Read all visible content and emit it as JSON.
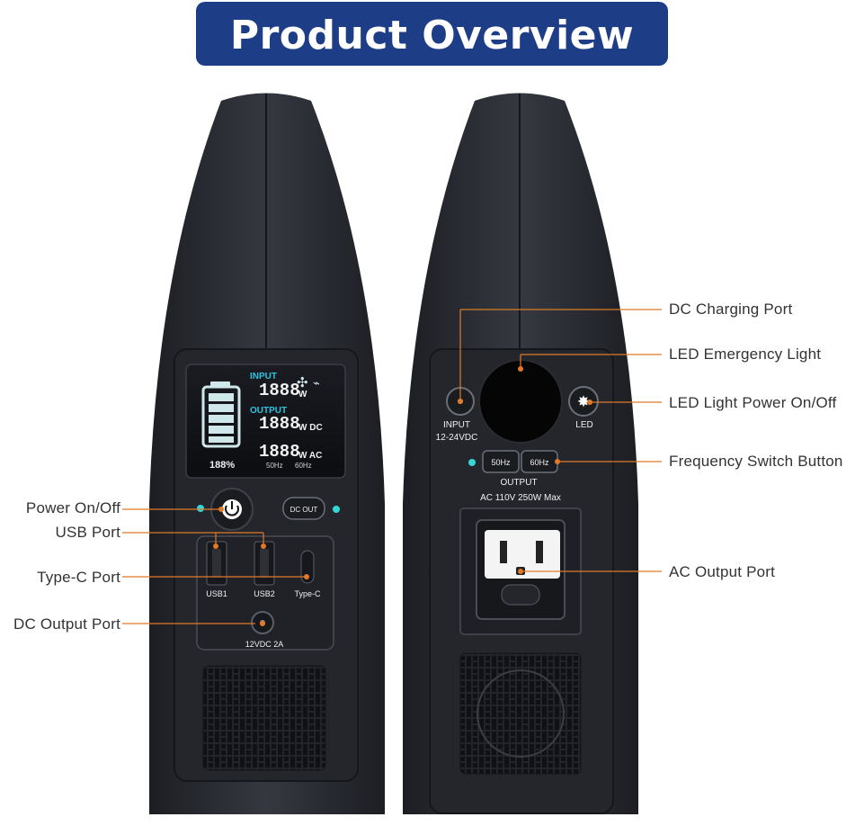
{
  "title": "Product Overview",
  "left_labels": {
    "power": "Power On/Off",
    "usb": "USB Port",
    "typec": "Type-C Port",
    "dcout": "DC Output Port"
  },
  "right_labels": {
    "dc_charging": "DC Charging Port",
    "led_light": "LED Emergency Light",
    "led_power": "LED Light Power On/Off",
    "freq": "Frequency Switch Button",
    "ac_out": "AC Output Port"
  },
  "front_panel": {
    "input_label": "INPUT",
    "output_label": "OUTPUT",
    "input_value": "1888",
    "input_unit": "W",
    "output_dc_value": "1888",
    "output_dc_unit": "W DC",
    "output_ac_value": "1888",
    "output_ac_unit": "W AC",
    "battery_percent": "188%",
    "hz50": "50Hz",
    "hz60": "60Hz",
    "dc_out_button": "DC OUT",
    "usb1": "USB1",
    "usb2": "USB2",
    "typec": "Type-C",
    "dc_port": "12VDC  2A"
  },
  "back_panel": {
    "input_label": "INPUT",
    "input_spec": "12-24VDC",
    "led_label": "LED",
    "hz50": "50Hz",
    "hz60": "60Hz",
    "output_label": "OUTPUT",
    "ac_spec": "AC 110V 250W Max"
  },
  "colors": {
    "banner": "#1d3e86",
    "device": "#2b2e35",
    "leader_dot": "#e07a2a",
    "led_indicator": "#35d6d6"
  }
}
